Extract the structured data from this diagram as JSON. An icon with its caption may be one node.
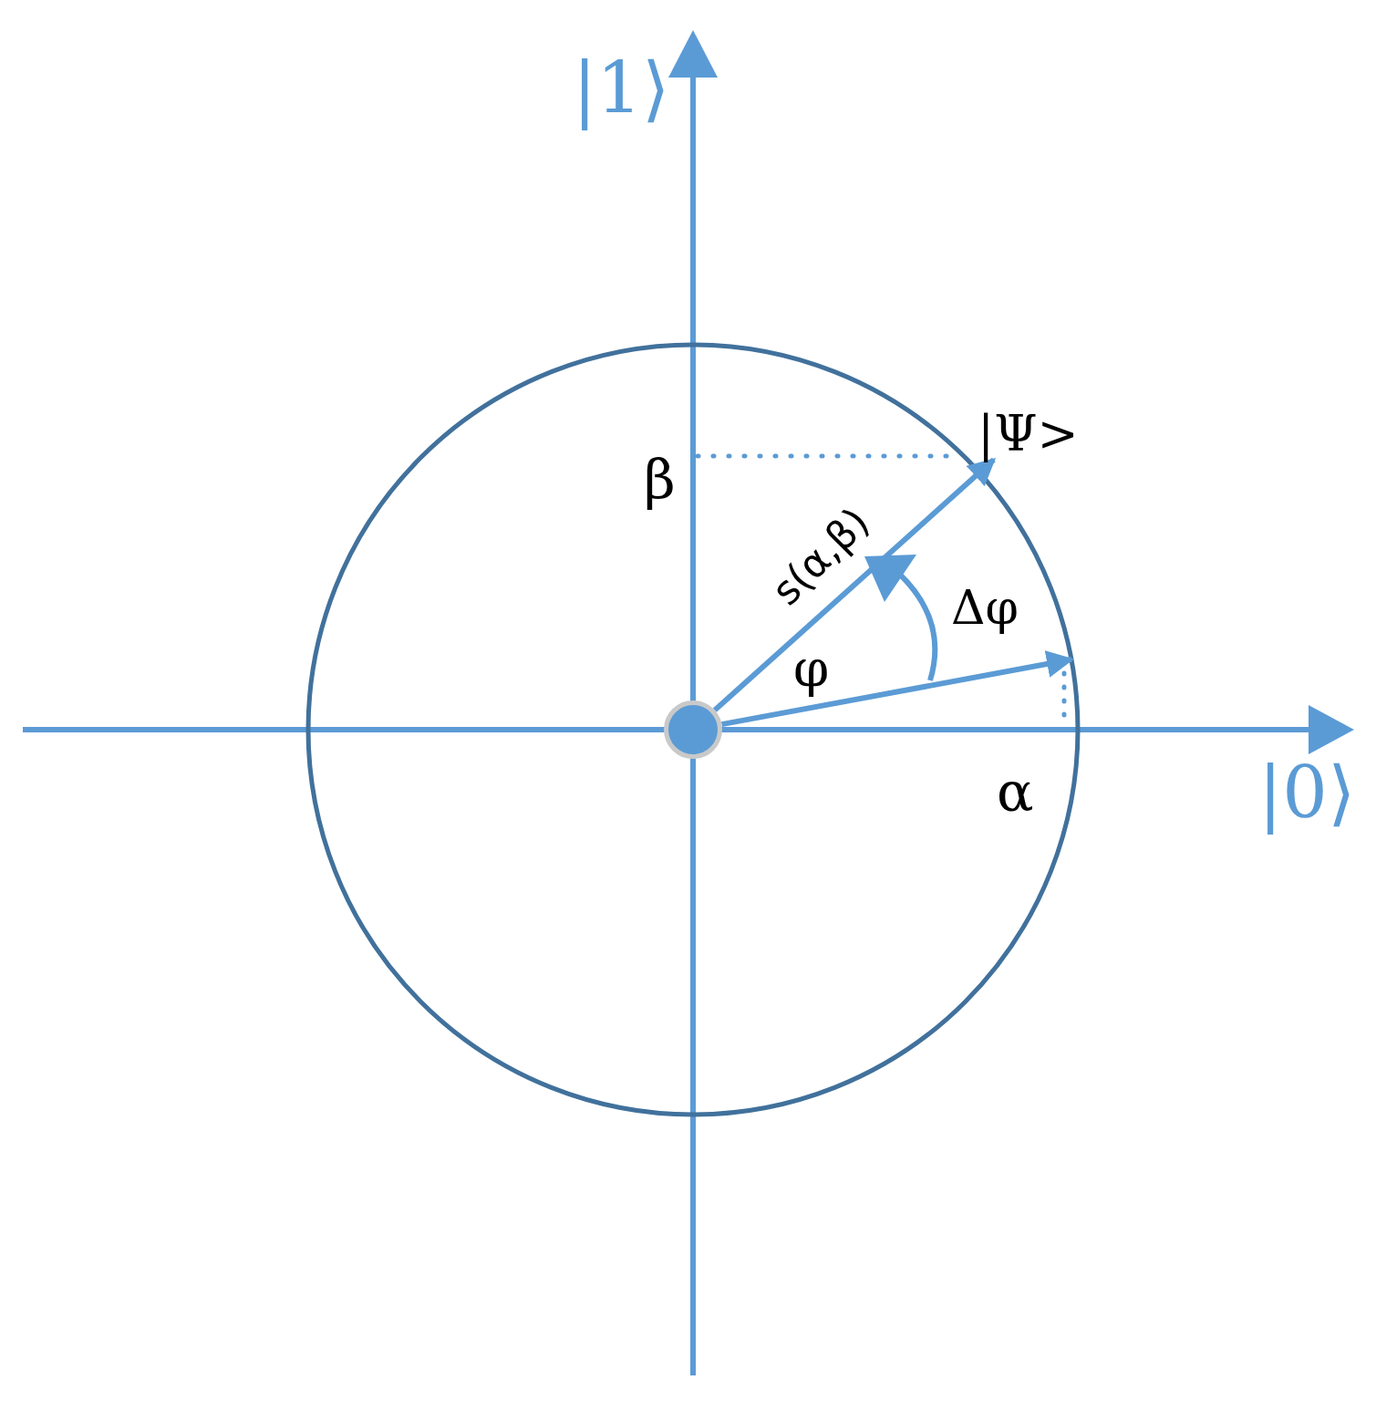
{
  "diagram": {
    "nodes": [
      {
        "text": [],
        "shape": "circle"
      },
      {
        "text": [
          "|Ψ>"
        ]
      }
    ],
    "edges": [
      {
        "from": 0,
        "to": 1,
        "arrow": "to",
        "label": "s(α,β)"
      },
      {
        "from": 0,
        "to": null,
        "arrow": "to"
      }
    ],
    "labels": [
      "|1⟩",
      "β",
      "Δφ",
      "φ",
      "α",
      "|0⟩"
    ]
  }
}
